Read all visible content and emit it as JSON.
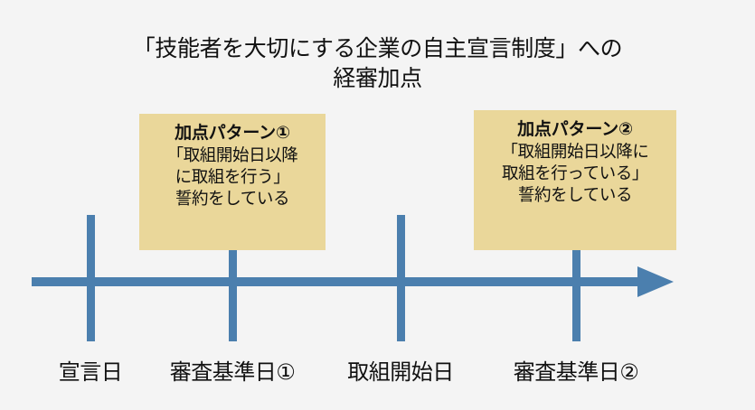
{
  "diagram": {
    "title_lines": [
      "「技能者を大切にする企業の自主宣言制度」への",
      "経審加点"
    ],
    "colors": {
      "background": "#f4f4f4",
      "timeline_blue": "#4b7fae",
      "callout_fill": "#ead79a",
      "text": "#111111"
    },
    "callouts": [
      {
        "id": "pattern-1",
        "title": "加点パターン①",
        "lines": [
          "「取組開始日以降",
          "に取組を行う」",
          "誓約をしている"
        ]
      },
      {
        "id": "pattern-2",
        "title": "加点パターン②",
        "lines": [
          "「取組開始日以降に",
          "取組を行っている」",
          "誓約をしている"
        ]
      }
    ],
    "timeline": {
      "markers": [
        {
          "id": "declaration-date",
          "label": "宣言日"
        },
        {
          "id": "review-base-date-1",
          "label": "審査基準日①"
        },
        {
          "id": "initiative-start-date",
          "label": "取組開始日"
        },
        {
          "id": "review-base-date-2",
          "label": "審査基準日②"
        }
      ]
    }
  }
}
